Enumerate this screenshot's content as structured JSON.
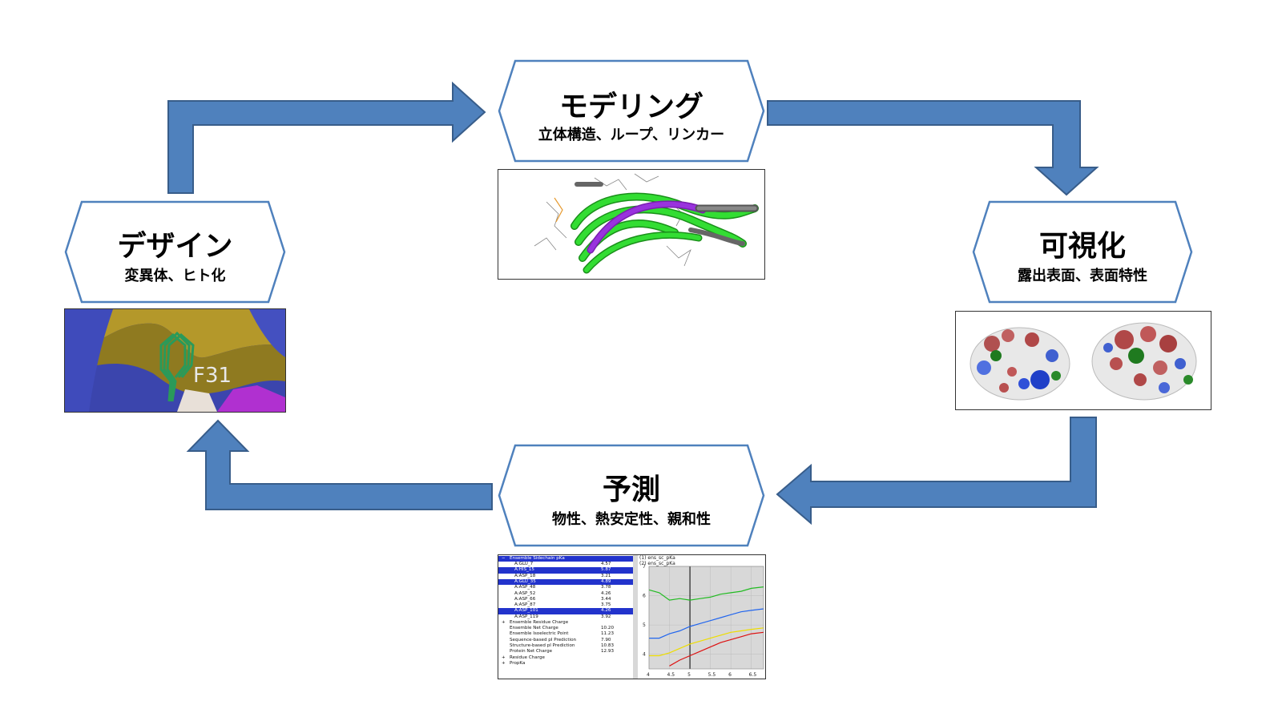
{
  "cycle": {
    "modeling": {
      "title": "モデリング",
      "subtitle": "立体構造、ループ、リンカー"
    },
    "visualization": {
      "title": "可視化",
      "subtitle": "露出表面、表面特性"
    },
    "prediction": {
      "title": "予測",
      "subtitle": "物性、熱安定性、親和性"
    },
    "design": {
      "title": "デザイン",
      "subtitle": "変異体、ヒト化"
    }
  },
  "design_image": {
    "label": "F31"
  },
  "pka_panel": {
    "header": "Ensemble Sidechain pKa",
    "residues": [
      {
        "name": "A:GLU_7",
        "value": "4.57",
        "selected": false
      },
      {
        "name": "A:HIS_15",
        "value": "5.87",
        "selected": true
      },
      {
        "name": "A:ASP_18",
        "value": "3.21",
        "selected": false
      },
      {
        "name": "A:GLU_35",
        "value": "4.89",
        "selected": true
      },
      {
        "name": "A:ASP_48",
        "value": "3.78",
        "selected": false
      },
      {
        "name": "A:ASP_52",
        "value": "4.26",
        "selected": false
      },
      {
        "name": "A:ASP_66",
        "value": "3.44",
        "selected": false
      },
      {
        "name": "A:ASP_87",
        "value": "3.75",
        "selected": false
      },
      {
        "name": "A:ASP_101",
        "value": "4.26",
        "selected": true
      },
      {
        "name": "A:ASP_119",
        "value": "3.92",
        "selected": false
      }
    ],
    "ensemble_residue_charge": "Ensemble Residue Charge",
    "summary": [
      {
        "name": "Ensemble Net Charge",
        "value": "10.20"
      },
      {
        "name": "Ensemble Isoelectric Point",
        "value": "11.23"
      },
      {
        "name": "Sequence-based pI Prediction",
        "value": "7.90"
      },
      {
        "name": "Structure-based pI Prediction",
        "value": "10.83"
      },
      {
        "name": "Protein Net Charge",
        "value": "12.93"
      }
    ],
    "residue_charge": "Residue Charge",
    "propka": "PropKa"
  },
  "pka_chart": {
    "legend_1": "(1) ens_sc_pKa",
    "legend_2": "(2) ens_sc_pKa",
    "y_ticks": [
      "7",
      "6",
      "5",
      "4"
    ],
    "x_ticks": [
      "4",
      "4.5",
      "5",
      "5.5",
      "6",
      "6.5"
    ]
  },
  "chart_data": {
    "type": "line",
    "xlim": [
      4,
      6.8
    ],
    "ylim": [
      3.5,
      7
    ],
    "cursor_x": 5,
    "series": [
      {
        "color": "#22bb22",
        "x": [
          4,
          4.25,
          4.5,
          4.75,
          5,
          5.25,
          5.5,
          5.75,
          6,
          6.25,
          6.5,
          6.8
        ],
        "y": [
          6.2,
          6.1,
          5.85,
          5.9,
          5.85,
          5.9,
          5.95,
          6.05,
          6.1,
          6.15,
          6.25,
          6.3
        ]
      },
      {
        "color": "#2266ee",
        "x": [
          4,
          4.25,
          4.5,
          4.75,
          5,
          5.25,
          5.5,
          5.75,
          6,
          6.25,
          6.5,
          6.8
        ],
        "y": [
          4.55,
          4.55,
          4.7,
          4.8,
          4.95,
          5.05,
          5.15,
          5.25,
          5.35,
          5.45,
          5.5,
          5.55
        ]
      },
      {
        "color": "#eedd00",
        "x": [
          4,
          4.25,
          4.5,
          4.75,
          5,
          5.25,
          5.5,
          5.75,
          6,
          6.25,
          6.5,
          6.8
        ],
        "y": [
          3.95,
          3.95,
          4.05,
          4.2,
          4.35,
          4.45,
          4.55,
          4.65,
          4.75,
          4.8,
          4.85,
          4.9
        ]
      },
      {
        "color": "#dd1111",
        "x": [
          4.5,
          4.75,
          5,
          5.25,
          5.5,
          5.75,
          6,
          6.25,
          6.5,
          6.8
        ],
        "y": [
          3.6,
          3.8,
          3.95,
          4.1,
          4.25,
          4.4,
          4.5,
          4.6,
          4.7,
          4.75
        ]
      }
    ]
  }
}
